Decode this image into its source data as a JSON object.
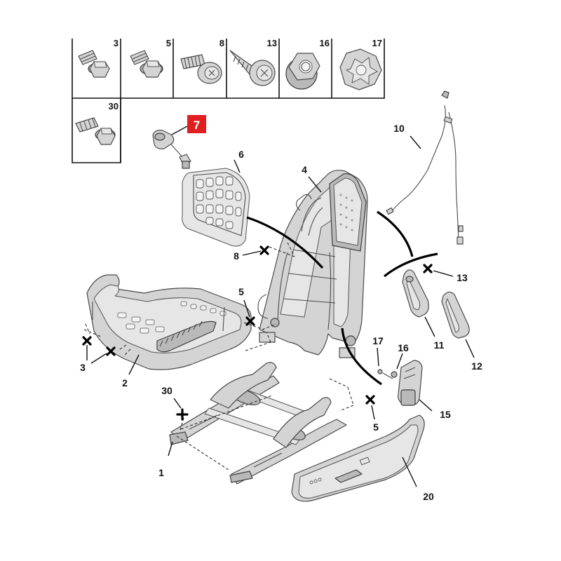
{
  "header_table": {
    "cells": [
      "3",
      "5",
      "8",
      "13",
      "16",
      "17",
      "30"
    ]
  },
  "highlight_label": "7",
  "callouts": {
    "c1": "1",
    "c2": "2",
    "c3": "3",
    "c4": "4",
    "c5a": "5",
    "c5b": "5",
    "c6": "6",
    "c8": "8",
    "c10": "10",
    "c11": "11",
    "c12": "12",
    "c13": "13",
    "c15": "15",
    "c16": "16",
    "c17": "17",
    "c20": "20",
    "c30": "30"
  },
  "colors": {
    "highlight": "#e02020",
    "part_fill": "#d4d4d4",
    "line": "#111111"
  }
}
